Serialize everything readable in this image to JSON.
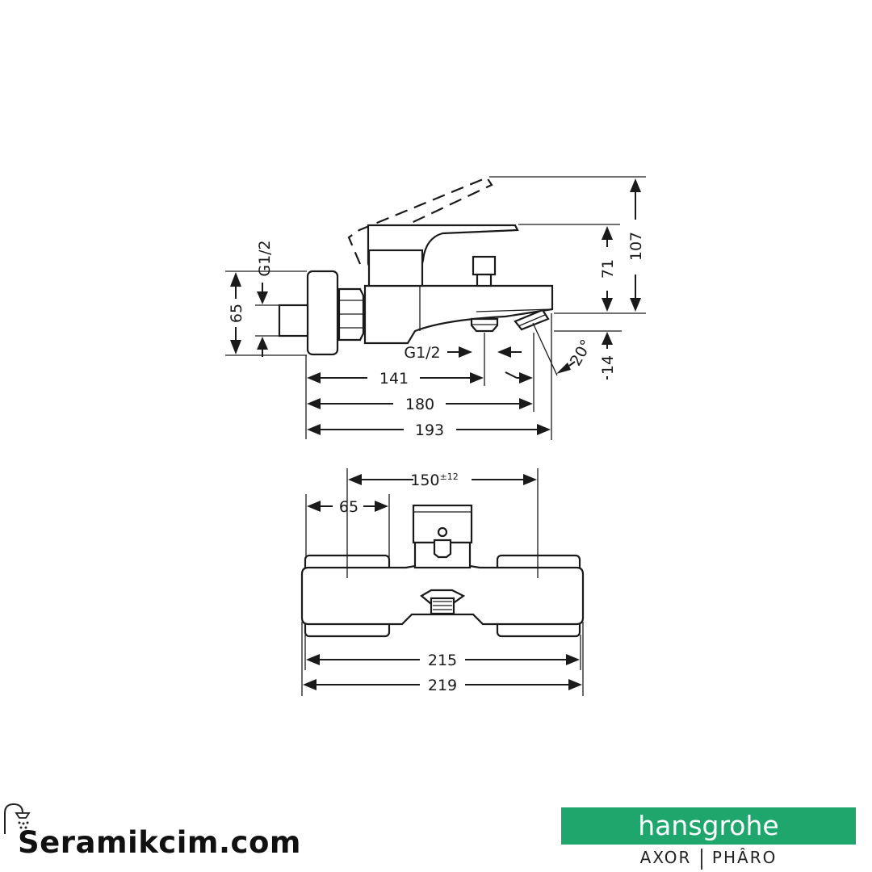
{
  "side_view": {
    "dims": {
      "g12_left": "G1/2",
      "d65": "65",
      "g12_bottom": "G1/2",
      "d141": "141",
      "d180": "180",
      "d193": "193",
      "angle": "20°",
      "d71": "71",
      "d107": "107",
      "d14": "14"
    }
  },
  "front_view": {
    "dims": {
      "d150": "150",
      "d150_tol": "±12",
      "d65": "65",
      "d215": "215",
      "d219": "219"
    }
  },
  "watermark": {
    "text": "Seramikcim.com",
    "icon": "shower-icon"
  },
  "brand": {
    "name": "hansgrohe",
    "sub_left": "AXOR",
    "sub_right": "PHÂRO",
    "color": "#1fa66d"
  }
}
